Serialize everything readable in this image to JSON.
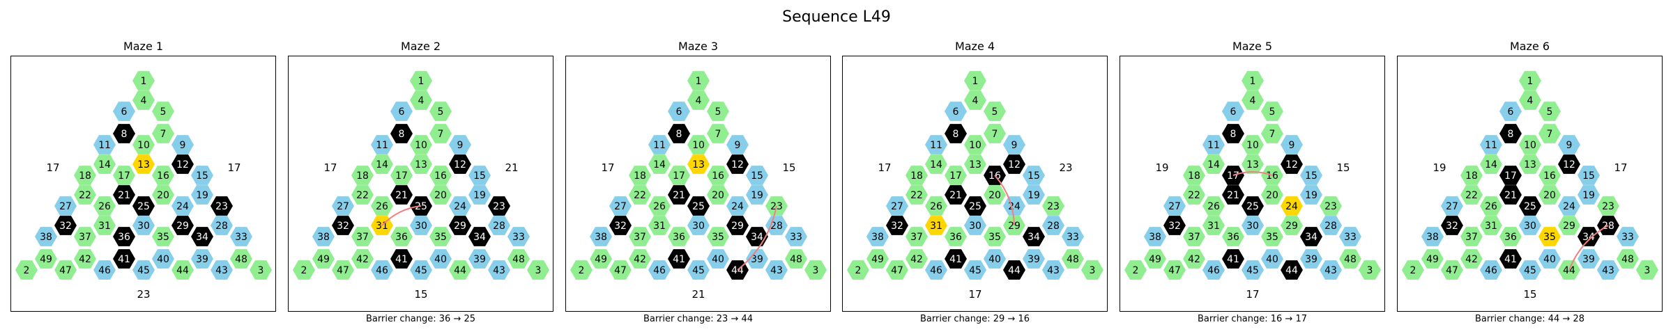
{
  "title": "Sequence L49",
  "colors": {
    "open": "#90EE90",
    "barrier": "#000000",
    "portal": "#87CEEB",
    "current": "#FFD700",
    "path": "#F08080",
    "text_dark": "#000000",
    "text_light": "#FFFFFF"
  },
  "panels": [
    {
      "title": "Maze 1",
      "caption": "",
      "counts": {
        "left": "17",
        "right": "17",
        "bottom": "23"
      },
      "barriers": [
        8,
        12,
        21,
        23,
        25,
        29,
        32,
        34,
        36,
        41
      ],
      "current": 13,
      "path": []
    },
    {
      "title": "Maze 2",
      "caption": "Barrier change: 36 → 25",
      "counts": {
        "left": "17",
        "right": "21",
        "bottom": "15"
      },
      "barriers": [
        8,
        12,
        21,
        23,
        25,
        29,
        32,
        34,
        41
      ],
      "current": 31,
      "path": [
        31,
        25
      ]
    },
    {
      "title": "Maze 3",
      "caption": "Barrier change: 23 → 44",
      "counts": {
        "left": "17",
        "right": "15",
        "bottom": "21"
      },
      "barriers": [
        8,
        12,
        21,
        25,
        29,
        32,
        34,
        41,
        44
      ],
      "current": 13,
      "path": [
        23,
        44
      ]
    },
    {
      "title": "Maze 4",
      "caption": "Barrier change: 29 → 16",
      "counts": {
        "left": "17",
        "right": "23",
        "bottom": "17"
      },
      "barriers": [
        8,
        12,
        16,
        21,
        25,
        32,
        34,
        41,
        44
      ],
      "current": 31,
      "path": [
        16,
        29
      ]
    },
    {
      "title": "Maze 5",
      "caption": "Barrier change: 16 → 17",
      "counts": {
        "left": "19",
        "right": "15",
        "bottom": "17"
      },
      "barriers": [
        8,
        12,
        17,
        21,
        25,
        32,
        34,
        41,
        44
      ],
      "current": 24,
      "path": [
        17,
        16
      ]
    },
    {
      "title": "Maze 6",
      "caption": "Barrier change: 44 → 28",
      "counts": {
        "left": "19",
        "right": "17",
        "bottom": "15"
      },
      "barriers": [
        8,
        12,
        17,
        21,
        25,
        28,
        32,
        34,
        41
      ],
      "current": 35,
      "path": [
        44,
        28
      ]
    }
  ],
  "layout": {
    "rows": [
      [
        1
      ],
      [
        4
      ],
      [
        6,
        5
      ],
      [
        8,
        7
      ],
      [
        11,
        10,
        9
      ],
      [
        14,
        13,
        12
      ],
      [
        18,
        17,
        16,
        15
      ],
      [
        22,
        21,
        20,
        19
      ],
      [
        27,
        26,
        25,
        24,
        23
      ],
      [
        32,
        31,
        30,
        29,
        28
      ],
      [
        38,
        37,
        36,
        35,
        34,
        33
      ],
      [
        43,
        42,
        41,
        40,
        39,
        44
      ],
      [
        2,
        49,
        47,
        46,
        45,
        44,
        43,
        48,
        3
      ]
    ],
    "portals": [
      6,
      9,
      11,
      15,
      19,
      24,
      27,
      28,
      30,
      33,
      38,
      39,
      40,
      43,
      45,
      46
    ]
  }
}
